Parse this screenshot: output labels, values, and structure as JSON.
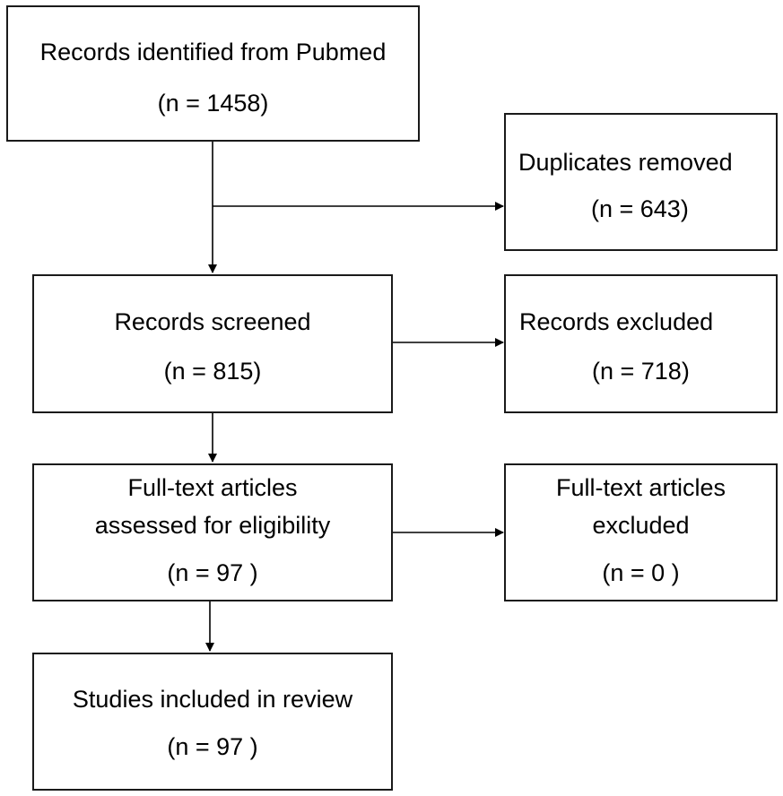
{
  "boxes": {
    "identified": {
      "lines": [
        "Records identified from Pubmed",
        "(n = 1458)"
      ]
    },
    "duplicates": {
      "lines": [
        "Duplicates removed",
        "(n = 643)"
      ]
    },
    "screened": {
      "lines": [
        "Records screened",
        "(n = 815)"
      ]
    },
    "excluded": {
      "lines": [
        "Records excluded",
        "(n = 718)"
      ]
    },
    "fulltext": {
      "lines": [
        "Full-text articles",
        "assessed for eligibility",
        "(n = 97 )"
      ]
    },
    "ft_excluded": {
      "lines": [
        "Full-text articles",
        "excluded",
        "(n = 0 )"
      ]
    },
    "included": {
      "lines": [
        "Studies included in review",
        "(n = 97 )"
      ]
    }
  }
}
